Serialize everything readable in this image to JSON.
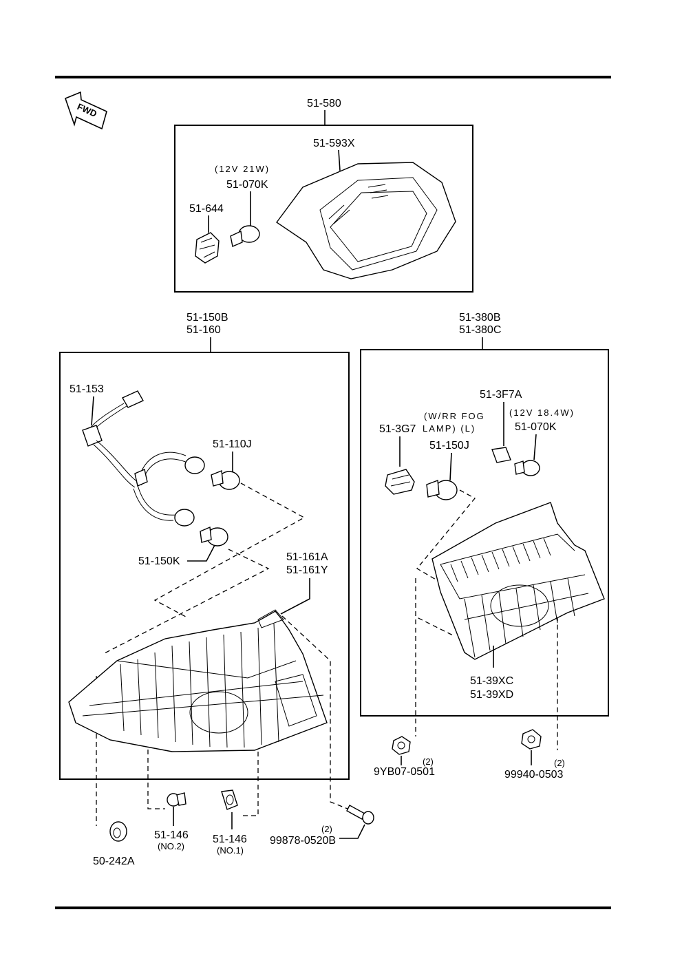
{
  "diagram": {
    "fwd_label": "FWD",
    "labels": {
      "high_mount_assy": "51-580",
      "high_mount_housing": "51-593X",
      "high_mount_bulb_spec": "(12V 21W)",
      "high_mount_bulb": "51-070K",
      "high_mount_socket": "51-644",
      "rear_lamp_assy_1": "51-150B",
      "rear_lamp_assy_2": "51-160",
      "wiring_harness": "51-153",
      "bulb_upper": "51-110J",
      "bulb_lower": "51-150K",
      "lens_1": "51-161A",
      "lens_2": "51-161Y",
      "clip_50": "50-242A",
      "clip_no2": "51-146",
      "clip_no2_note": "(NO.2)",
      "clip_no1": "51-146",
      "clip_no1_note": "(NO.1)",
      "screw_qty": "(2)",
      "screw": "99878-0520B",
      "garnish_assy_1": "51-380B",
      "garnish_assy_2": "51-380C",
      "socket_3f7a": "51-3F7A",
      "fog_note_1": "(W/RR FOG",
      "fog_note_2": "LAMP) (L)",
      "bulb_spec_r": "(12V 18.4W)",
      "socket_3g7": "51-3G7",
      "bulb_r_070k": "51-070K",
      "bulb_r_150j": "51-150J",
      "lens_r_1": "51-39XC",
      "lens_r_2": "51-39XD",
      "nut_l_qty": "(2)",
      "nut_l": "9YB07-0501",
      "nut_r_qty": "(2)",
      "nut_r": "99940-0503"
    }
  }
}
